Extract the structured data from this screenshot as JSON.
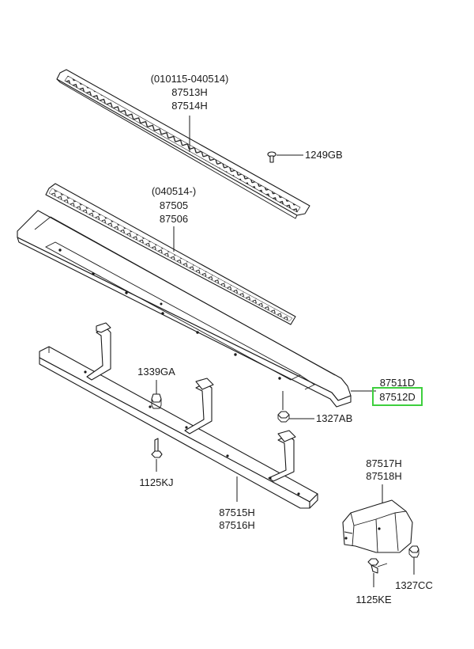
{
  "labels": {
    "upper_step_date": "(010115-040514)",
    "upper_step_a": "87513H",
    "upper_step_b": "87514H",
    "screw_top": "1249GB",
    "lower_step_date": "(040514-)",
    "lower_step_a": "87505",
    "lower_step_b": "87506",
    "board_a": "87511D",
    "board_b": "87512D",
    "nut_board": "1327AB",
    "washer": "1339GA",
    "bolt_frame": "1125KJ",
    "frame_a": "87515H",
    "frame_b": "87516H",
    "cap_a": "87517H",
    "cap_b": "87518H",
    "bolt_cap": "1125KE",
    "nut_cap": "1327CC"
  },
  "colors": {
    "line": "#1a1a1a",
    "highlight": "#3ecf3e",
    "highlight_fill": "#e6f9e6"
  }
}
